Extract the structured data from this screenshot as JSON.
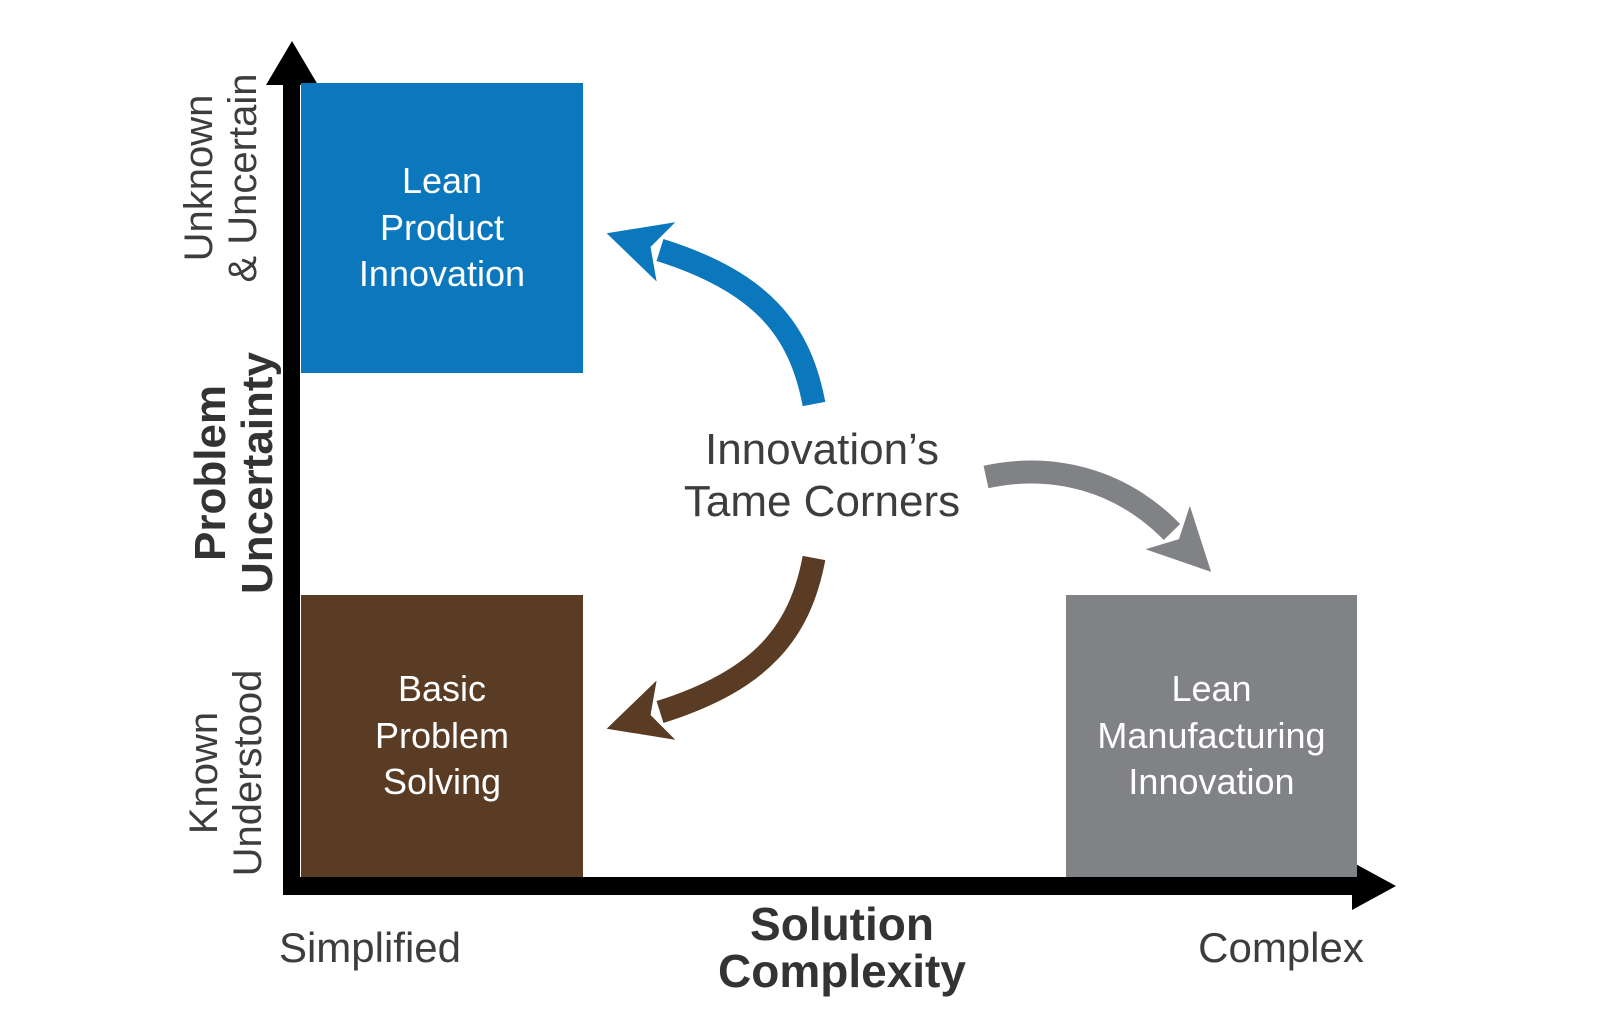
{
  "colors": {
    "blue": "#0b77bd",
    "brown": "#5a3c25",
    "gray": "#808285",
    "axis": "#000000",
    "text_dark": "#3d3d3d",
    "box_text": "#ffffff"
  },
  "title": {
    "lines": [
      "Innovation’s",
      "Tame Corners"
    ]
  },
  "boxes": {
    "lean_product": {
      "color": "#0b77bd",
      "lines": [
        "Lean",
        "Product",
        "Innovation"
      ]
    },
    "basic_problem": {
      "color": "#5a3c25",
      "lines": [
        "Basic",
        "Problem",
        "Solving"
      ]
    },
    "lean_manufacturing": {
      "color": "#808285",
      "lines": [
        "Lean",
        "Manufacturing",
        "Innovation"
      ]
    }
  },
  "y_axis": {
    "title_lines": [
      "Problem",
      "Uncertainty"
    ],
    "top_label_lines": [
      "Unknown",
      "& Uncertain"
    ],
    "bottom_label_lines": [
      "Known",
      "Understood"
    ]
  },
  "x_axis": {
    "title_lines": [
      "Solution",
      "Complexity"
    ],
    "left_label": "Simplified",
    "right_label": "Complex"
  },
  "arrows": {
    "to_lean_product": {
      "color": "#0b77bd"
    },
    "to_basic_problem": {
      "color": "#5a3c25"
    },
    "to_lean_manufacturing": {
      "color": "#808285"
    }
  }
}
